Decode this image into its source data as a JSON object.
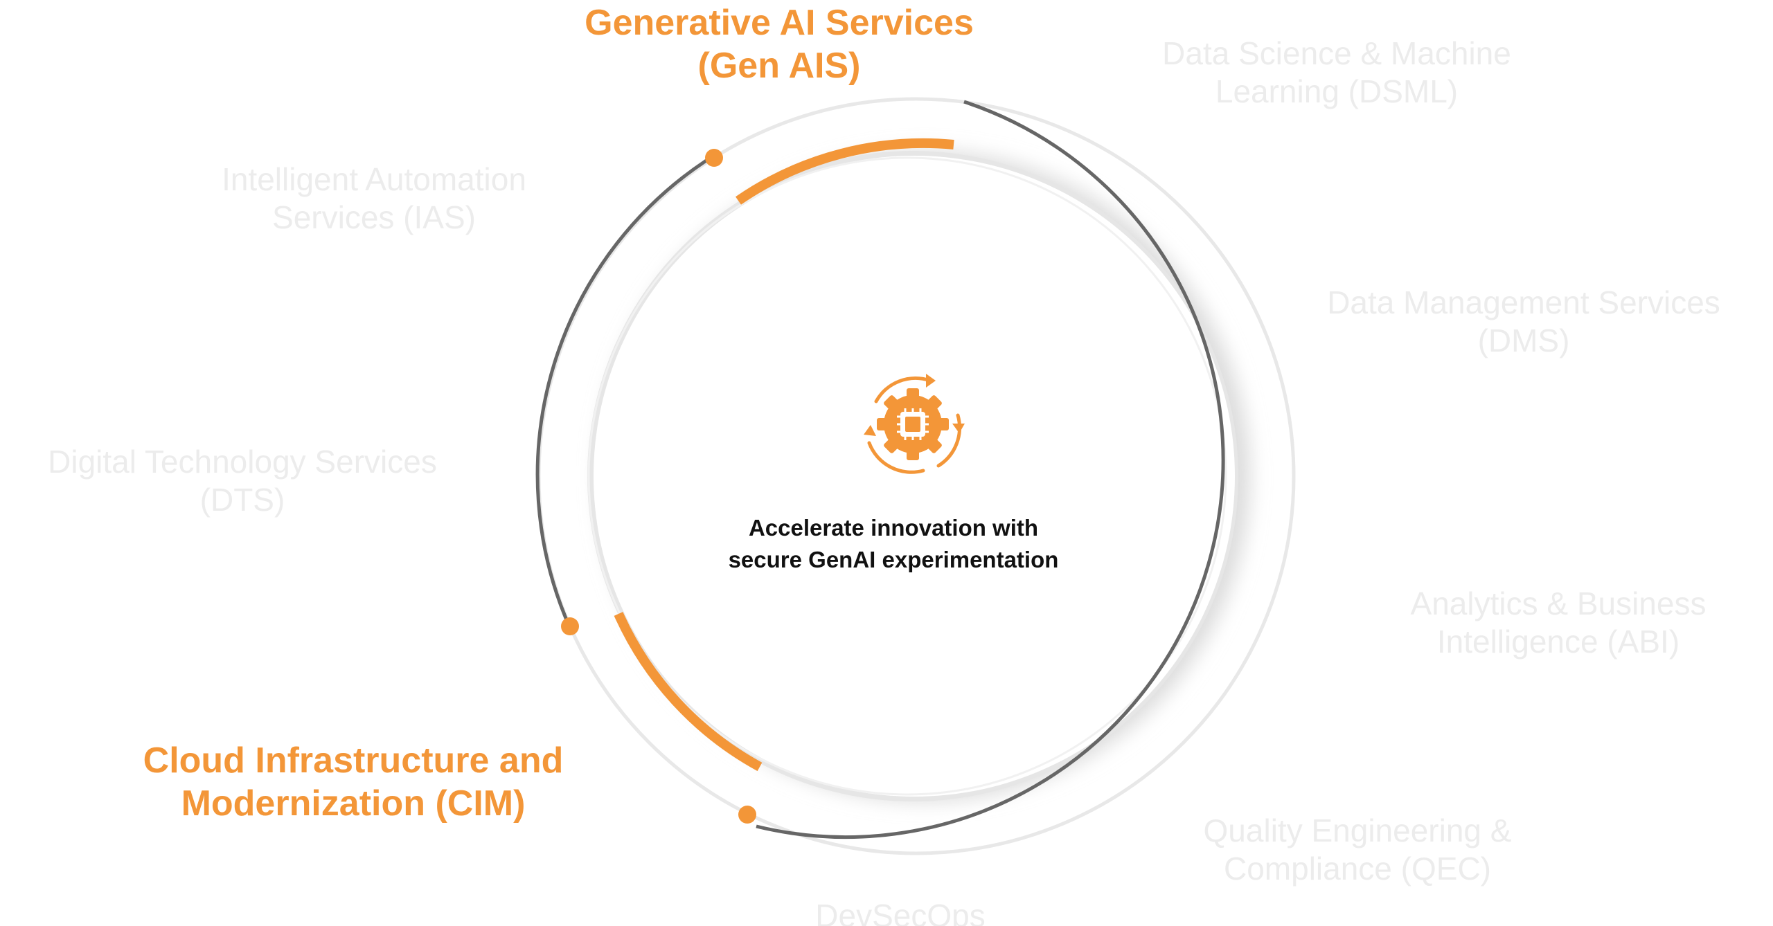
{
  "diagram": {
    "services": [
      {
        "id": "gen-ais",
        "lines": [
          "Generative AI Services",
          "(Gen AIS)"
        ],
        "active": true
      },
      {
        "id": "dsml",
        "lines": [
          "Data Science & Machine",
          "Learning (DSML)"
        ],
        "active": false
      },
      {
        "id": "ias",
        "lines": [
          "Intelligent Automation",
          "Services (IAS)"
        ],
        "active": false
      },
      {
        "id": "dms",
        "lines": [
          "Data Management Services",
          "(DMS)"
        ],
        "active": false
      },
      {
        "id": "dts",
        "lines": [
          "Digital Technology Services",
          "(DTS)"
        ],
        "active": false
      },
      {
        "id": "abi",
        "lines": [
          "Analytics & Business",
          "Intelligence (ABI)"
        ],
        "active": false
      },
      {
        "id": "cim",
        "lines": [
          "Cloud Infrastructure and",
          "Modernization (CIM)"
        ],
        "active": true
      },
      {
        "id": "qec",
        "lines": [
          "Quality Engineering &",
          "Compliance (QEC)"
        ],
        "active": false
      },
      {
        "id": "devsecops",
        "lines": [
          "DevSecOps"
        ],
        "active": false
      }
    ],
    "center": {
      "icon": "gear-chip-cycle-icon",
      "lines": [
        "Accelerate innovation with",
        "secure GenAI experimentation"
      ]
    },
    "colors": {
      "accent": "#f39638",
      "ring": "#666666",
      "inactive_text": "#ececec",
      "center_text": "#111111"
    }
  }
}
